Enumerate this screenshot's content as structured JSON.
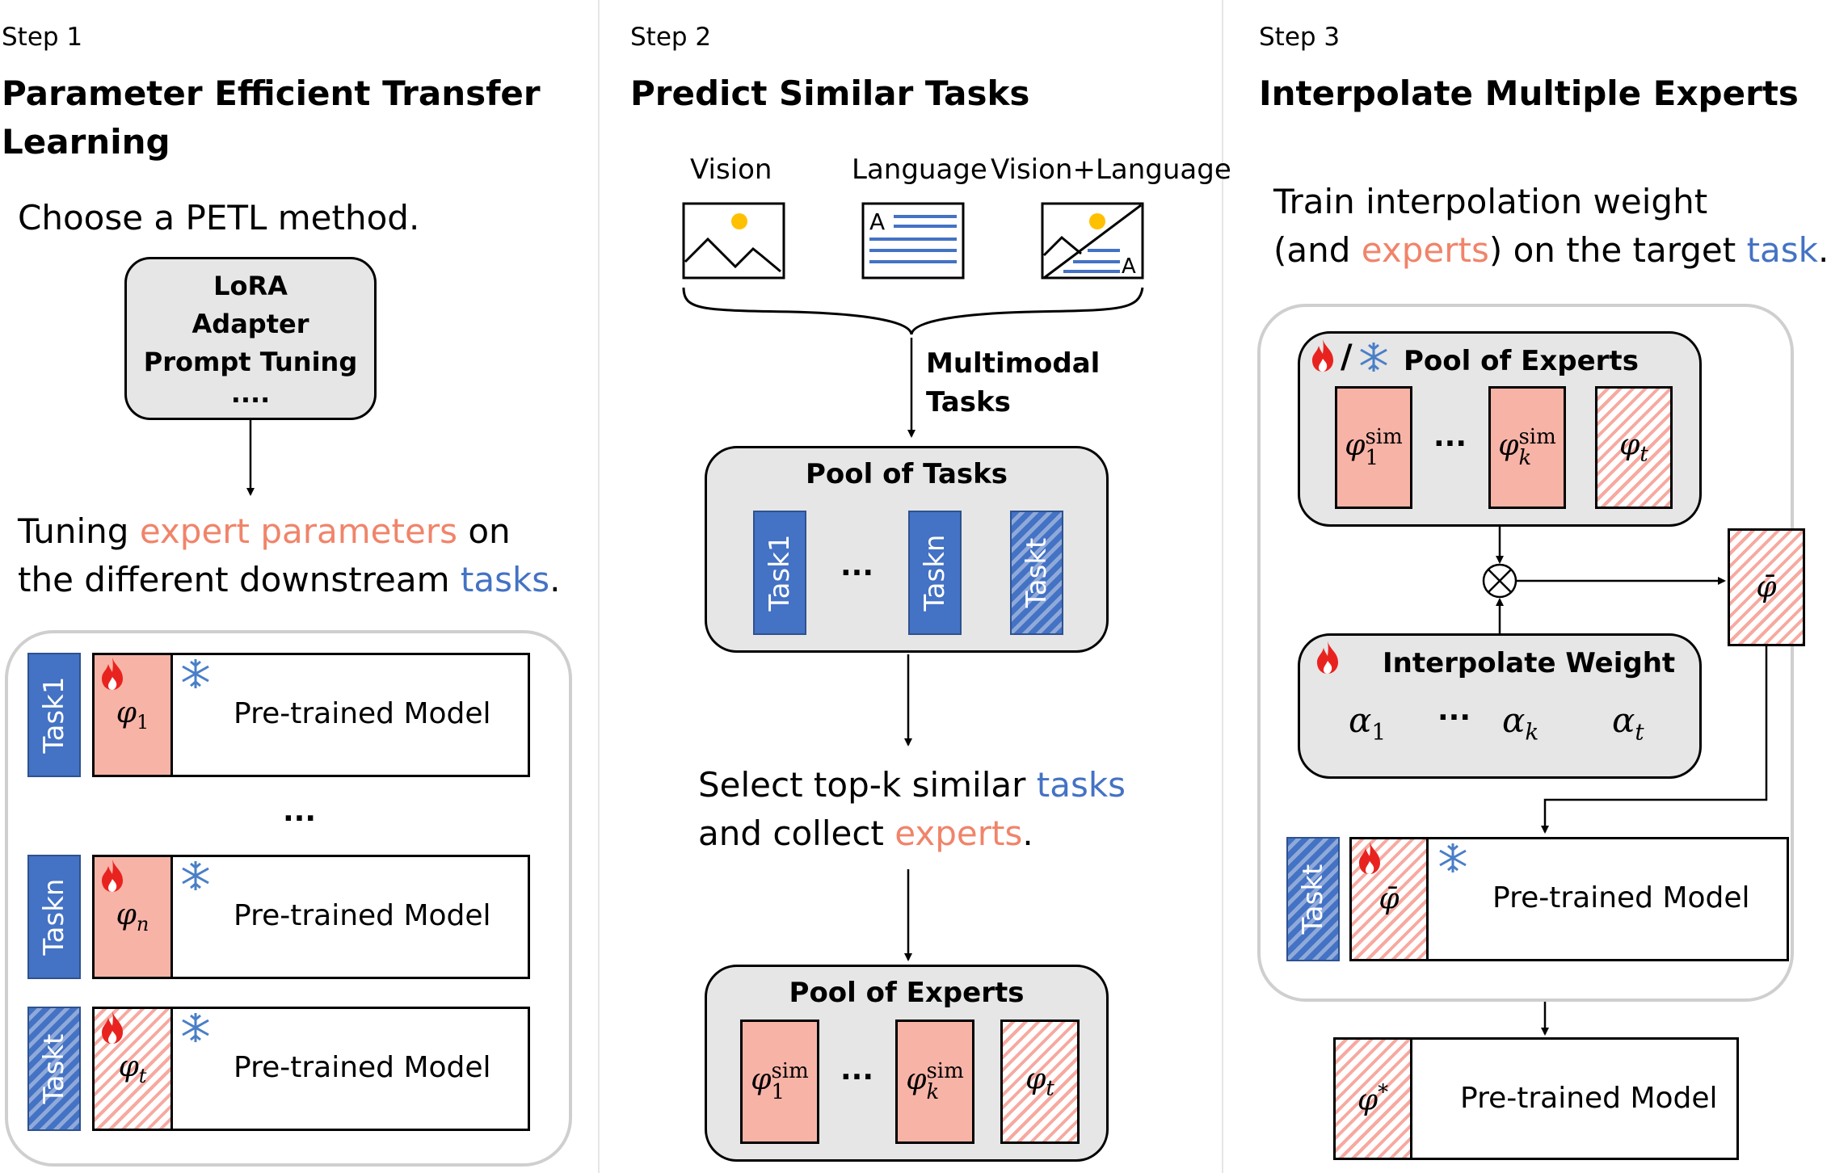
{
  "step1": {
    "step": "Step 1",
    "title_line1": "Parameter Efficient Transfer",
    "title_line2": "Learning",
    "choose": "Choose a PETL method.",
    "methods": [
      "LoRA",
      "Adapter",
      "Prompt Tuning",
      "...."
    ],
    "tuning_1": "Tuning ",
    "tuning_orange": "expert parameters",
    "tuning_2": " on",
    "tuning_line2a": "the different downstream ",
    "tuning_blue": "tasks",
    "tuning_line2b": ".",
    "rows": [
      {
        "task": "Task1",
        "expert": "φ",
        "sub": "1",
        "model": "Pre-trained Model"
      },
      {
        "task": "Taskn",
        "expert": "φ",
        "sub": "n",
        "model": "Pre-trained Model"
      },
      {
        "task": "Taskt",
        "expert": "φ",
        "sub": "t",
        "model": "Pre-trained Model"
      }
    ],
    "ellipsis": "..."
  },
  "step2": {
    "step": "Step 2",
    "title": "Predict Similar Tasks",
    "modalities": [
      "Vision",
      "Language",
      "Vision+Language"
    ],
    "letter_a": "A",
    "arrow_label_1": "Multimodal",
    "arrow_label_2": "Tasks",
    "pool_tasks_title": "Pool of Tasks",
    "tasks": [
      "Task1",
      "Taskn",
      "Taskt"
    ],
    "ellipsis": "...",
    "select_1": "Select top-k similar ",
    "select_blue": "tasks",
    "select_2": "and collect ",
    "select_orange": "experts",
    "select_3": ".",
    "pool_experts_title": "Pool of Experts",
    "experts": [
      {
        "base": "φ",
        "sup": "sim",
        "sub": "1"
      },
      {
        "base": "φ",
        "sup": "sim",
        "sub": "k"
      },
      {
        "base": "φ",
        "sup": "",
        "sub": "t"
      }
    ]
  },
  "step3": {
    "step": "Step 3",
    "title": "Interpolate Multiple Experts",
    "train_1": "Train interpolation weight",
    "train_2a": "(and ",
    "train_orange": "experts",
    "train_2b": ") on the target ",
    "train_blue": "task",
    "train_2c": ".",
    "pool_experts_title": "Pool of Experts",
    "slash": "/",
    "experts": [
      {
        "base": "φ",
        "sup": "sim",
        "sub": "1"
      },
      {
        "base": "φ",
        "sup": "sim",
        "sub": "k"
      },
      {
        "base": "φ",
        "sup": "",
        "sub": "t"
      }
    ],
    "ellipsis": "...",
    "phi_bar": "φ̄",
    "interp_title": "Interpolate Weight",
    "alphas": [
      {
        "base": "α",
        "sub": "1"
      },
      {
        "base": "α",
        "sub": "k"
      },
      {
        "base": "α",
        "sub": "t"
      }
    ],
    "task": "Taskt",
    "model_1": "Pre-trained Model",
    "phi_star_base": "φ",
    "phi_star_sup": "*",
    "model_2": "Pre-trained Model"
  },
  "colors": {
    "task_blue": "#4472c4",
    "expert_pink": "#f8b3a7",
    "orange_text": "#f0846a",
    "fire": "#e8231f",
    "snow": "#4a7fc7"
  },
  "icons": [
    "fire-icon",
    "snowflake-icon",
    "image-icon",
    "document-icon",
    "image-document-icon",
    "multiply-circle-icon"
  ]
}
